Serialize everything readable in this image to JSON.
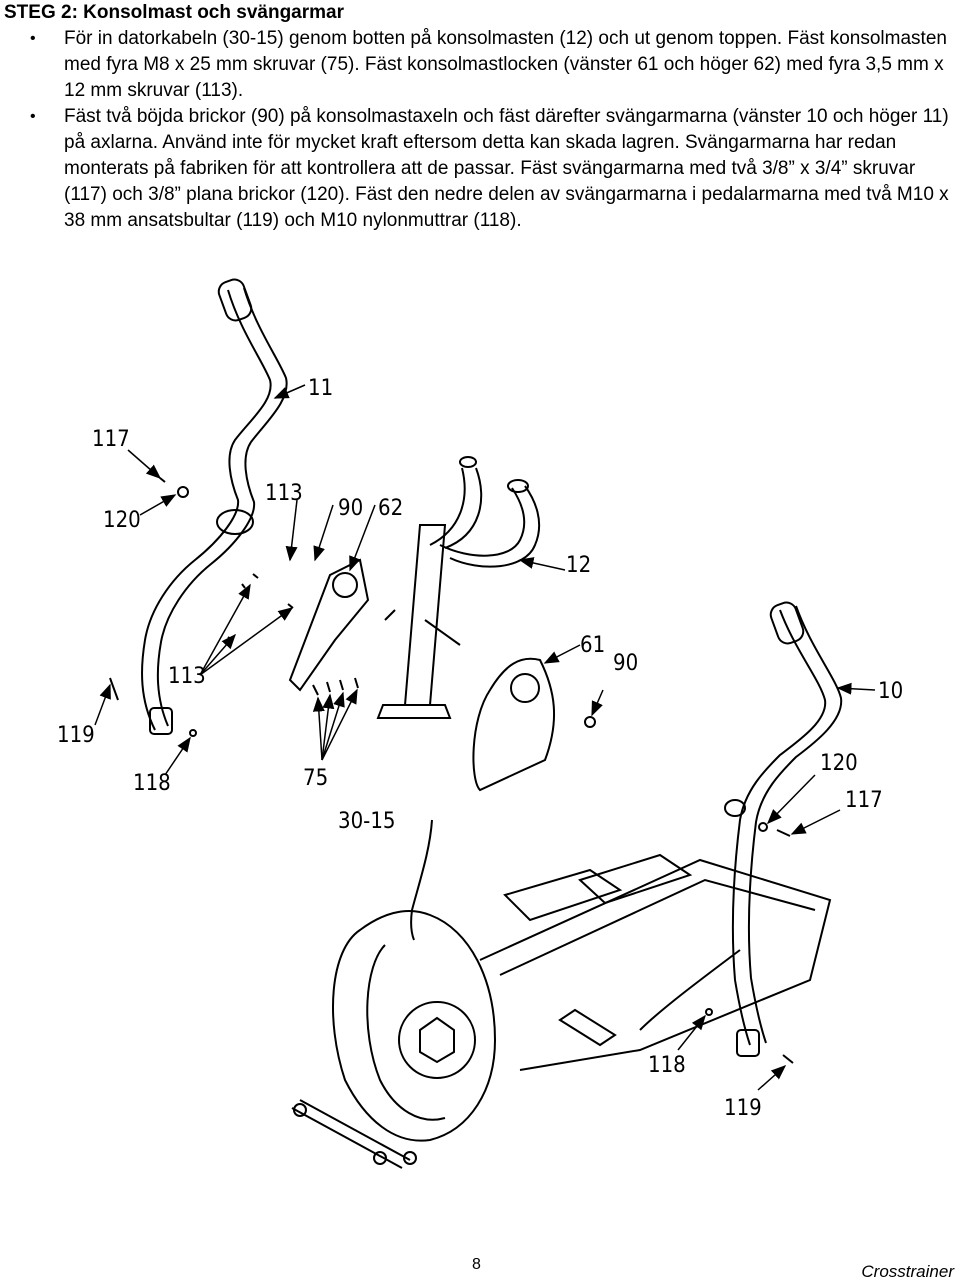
{
  "heading": "STEG 2: Konsolmast och svängarmar",
  "bullets": [
    "För in datorkabeln (30-15) genom botten på konsolmasten (12) och ut genom toppen. Fäst konsolmasten med fyra M8 x 25 mm skruvar (75).   Fäst konsolmastlocken (vänster 61 och höger 62) med fyra 3,5 mm x 12 mm skruvar (113).",
    "Fäst två böjda brickor (90) på konsolmastaxeln och fäst därefter svängarmarna (vänster 10 och höger 11) på axlarna. Använd inte för mycket kraft eftersom detta kan skada lagren. Svängarmarna har redan monterats på fabriken för att kontrollera att de passar. Fäst svängarmarna med två 3/8” x 3/4” skruvar (117) och 3/8” plana brickor (120). Fäst den nedre delen av svängarmarna i pedalarmarna med två M10 x 38 mm ansatsbultar (119) och M10 nylonmuttrar (118)."
  ],
  "bullet_icon": "•",
  "diagram": {
    "labels": {
      "l11": "11",
      "l117a": "117",
      "l120a": "120",
      "l113a": "113",
      "l90a": "90",
      "l62": "62",
      "l12": "12",
      "l113b": "113",
      "l119a": "119",
      "l118a": "118",
      "l75": "75",
      "l30_15": "30-15",
      "l61": "61",
      "l90b": "90",
      "l10": "10",
      "l120b": "120",
      "l117b": "117",
      "l118b": "118",
      "l119b": "119"
    }
  },
  "footer": {
    "page_number": "8",
    "brand": "Crosstrainer"
  }
}
